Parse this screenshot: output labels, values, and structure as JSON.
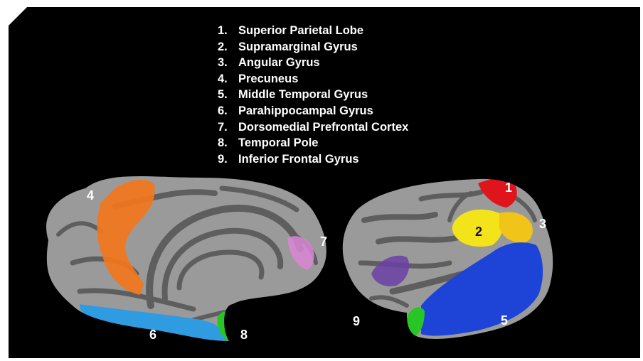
{
  "legend": {
    "items": [
      {
        "num": "1.",
        "label": "Superior Parietal Lobe"
      },
      {
        "num": "2.",
        "label": "Supramarginal Gyrus"
      },
      {
        "num": "3.",
        "label": "Angular Gyrus"
      },
      {
        "num": "4.",
        "label": "Precuneus"
      },
      {
        "num": "5.",
        "label": "Middle Temporal Gyrus"
      },
      {
        "num": "6.",
        "label": "Parahippocampal Gyrus"
      },
      {
        "num": "7.",
        "label": "Dorsomedial Prefrontal Cortex"
      },
      {
        "num": "8.",
        "label": "Temporal Pole"
      },
      {
        "num": "9.",
        "label": "Inferior Frontal Gyrus"
      }
    ]
  },
  "markers": {
    "superior_parietal": "1",
    "supramarginal": "2",
    "angular": "3",
    "precuneus": "4",
    "middle_temporal": "5",
    "parahippocampal": "6",
    "dorsomedial_prefrontal": "7",
    "temporal_pole": "8",
    "inferior_frontal": "9"
  },
  "colors": {
    "background": "#000000",
    "cortex_light": "#9a9a9a",
    "cortex_dark": "#5e5e5e",
    "superior_parietal": "#e0151b",
    "supramarginal": "#f2e31b",
    "angular": "#f0c419",
    "precuneus": "#f2761c",
    "middle_temporal": "#1d44d6",
    "parahippocampal": "#2f9be0",
    "dorsomedial_prefrontal": "#d987d4",
    "temporal_pole": "#27c624",
    "inferior_frontal": "#6a3fa6"
  }
}
